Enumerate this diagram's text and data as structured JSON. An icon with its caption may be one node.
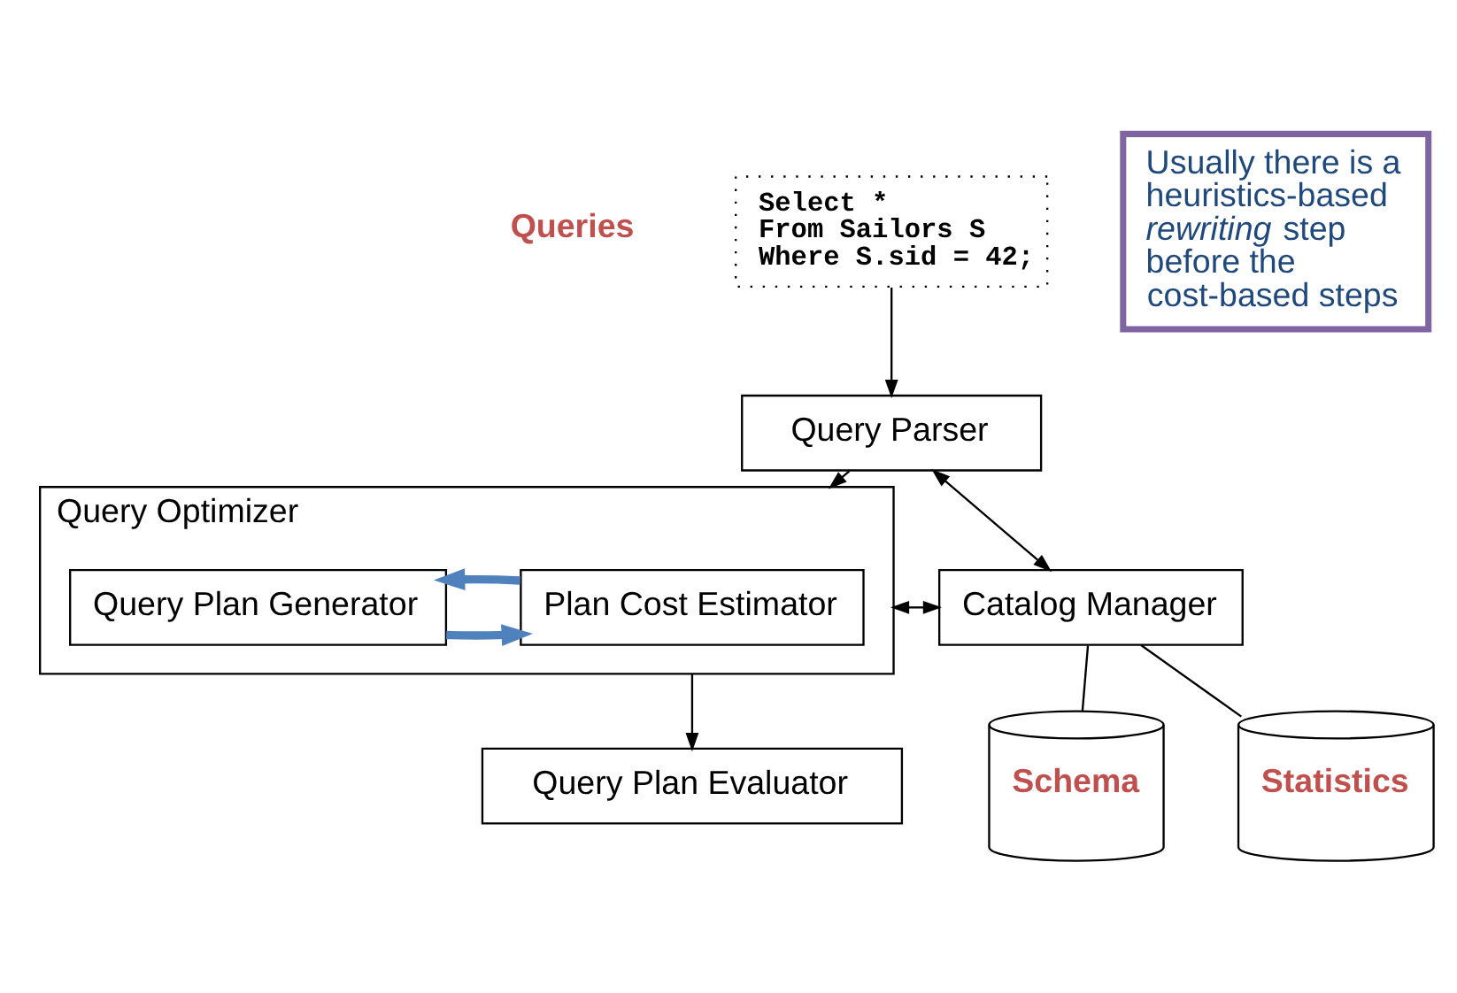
{
  "diagram": {
    "nodes": [
      {
        "text": [
          "Select * From Sailors S Where S.sid = 42;"
        ],
        "beside": [
          "Queries"
        ]
      },
      {
        "text": [
          "Query Parser"
        ]
      },
      {
        "text": [
          "Query Optimizer"
        ]
      },
      {
        "text": [
          "Query Plan Generator"
        ],
        "in": 2
      },
      {
        "text": [
          "Plan Cost Estimator"
        ],
        "in": 2
      },
      {
        "text": [
          "Catalog Manager"
        ]
      },
      {
        "text": [
          "Schema"
        ]
      },
      {
        "text": [
          "Statistics"
        ]
      },
      {
        "text": [
          "Query Plan Evaluator"
        ]
      },
      {
        "text": [
          "Usually there is a heuristics-based *rewriting* step before the cost-based steps"
        ]
      }
    ],
    "edges": [
      {
        "from": 0,
        "to": 1,
        "arrow": "to"
      },
      {
        "from": 1,
        "to": 2,
        "arrow": "to"
      },
      {
        "from": 1,
        "to": 5,
        "arrow": "both"
      },
      {
        "from": 3,
        "to": 4,
        "arrow": "to",
        "style": "thick",
        "color": "#4f81bd"
      },
      {
        "from": 4,
        "to": 3,
        "arrow": "to",
        "style": "thick",
        "color": "#4f81bd"
      },
      {
        "from": 2,
        "to": 5,
        "arrow": "both"
      },
      {
        "from": 5,
        "to": 6,
        "arrow": "none"
      },
      {
        "from": 5,
        "to": 7,
        "arrow": "none"
      },
      {
        "from": 2,
        "to": 8,
        "arrow": "to"
      }
    ]
  }
}
